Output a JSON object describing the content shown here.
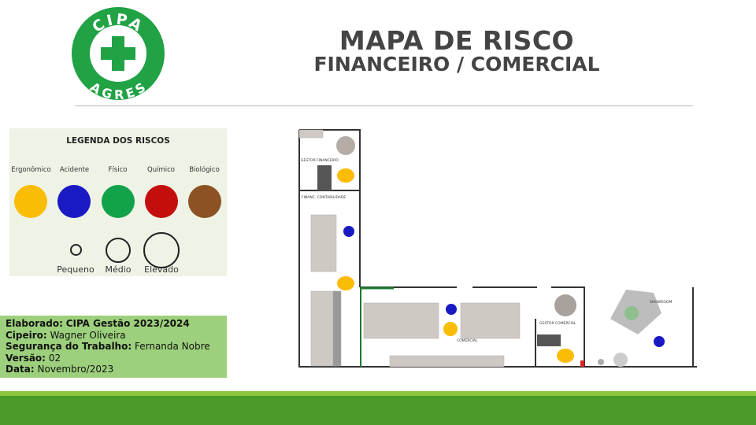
{
  "logo": {
    "top_text": "CIPA",
    "bottom_text": "AGRES",
    "color": "#20a245"
  },
  "header": {
    "title": "MAPA DE RISCO",
    "subtitle": "FINANCEIRO / COMERCIAL"
  },
  "legend": {
    "title": "LEGENDA DOS RISCOS",
    "categories": [
      {
        "label": "Ergonômico",
        "color": "#fbbc05"
      },
      {
        "label": "Acidente",
        "color": "#1a1ac4"
      },
      {
        "label": "Físico",
        "color": "#12a24a"
      },
      {
        "label": "Químico",
        "color": "#c40e0e"
      },
      {
        "label": "Biológico",
        "color": "#8d5224"
      }
    ],
    "sizes": [
      {
        "label": "Pequeno"
      },
      {
        "label": "Médio"
      },
      {
        "label": "Elevado"
      }
    ]
  },
  "info": {
    "elaborado_label": "Elaborado:",
    "elaborado_value": "CIPA Gestão 2023/2024",
    "cipeiro_label": "Cipeiro:",
    "cipeiro_value": "Wagner Oliveira",
    "seguranca_label": "Segurança do Trabalho:",
    "seguranca_value": "Fernanda Nobre",
    "versao_label": "Versão:",
    "versao_value": "02",
    "data_label": "Data:",
    "data_value": "Novembro/2023"
  },
  "floor_plan": {
    "rooms": [
      "GESTOR FINANCEIRO",
      "FINANC. CONTABILIDADE",
      "COMERCIAL",
      "GESTOR COMERCIAL",
      "SHOWROOM"
    ],
    "risk_markers": [
      {
        "type": "Ergonômico",
        "room": "GESTOR FINANCEIRO"
      },
      {
        "type": "Acidente",
        "room": "FINANC. CONTABILIDADE"
      },
      {
        "type": "Ergonômico",
        "room": "FINANC. CONTABILIDADE"
      },
      {
        "type": "Acidente",
        "room": "COMERCIAL"
      },
      {
        "type": "Ergonômico",
        "room": "COMERCIAL"
      },
      {
        "type": "Ergonômico",
        "room": "GESTOR COMERCIAL"
      },
      {
        "type": "Acidente",
        "room": "SHOWROOM"
      }
    ]
  }
}
